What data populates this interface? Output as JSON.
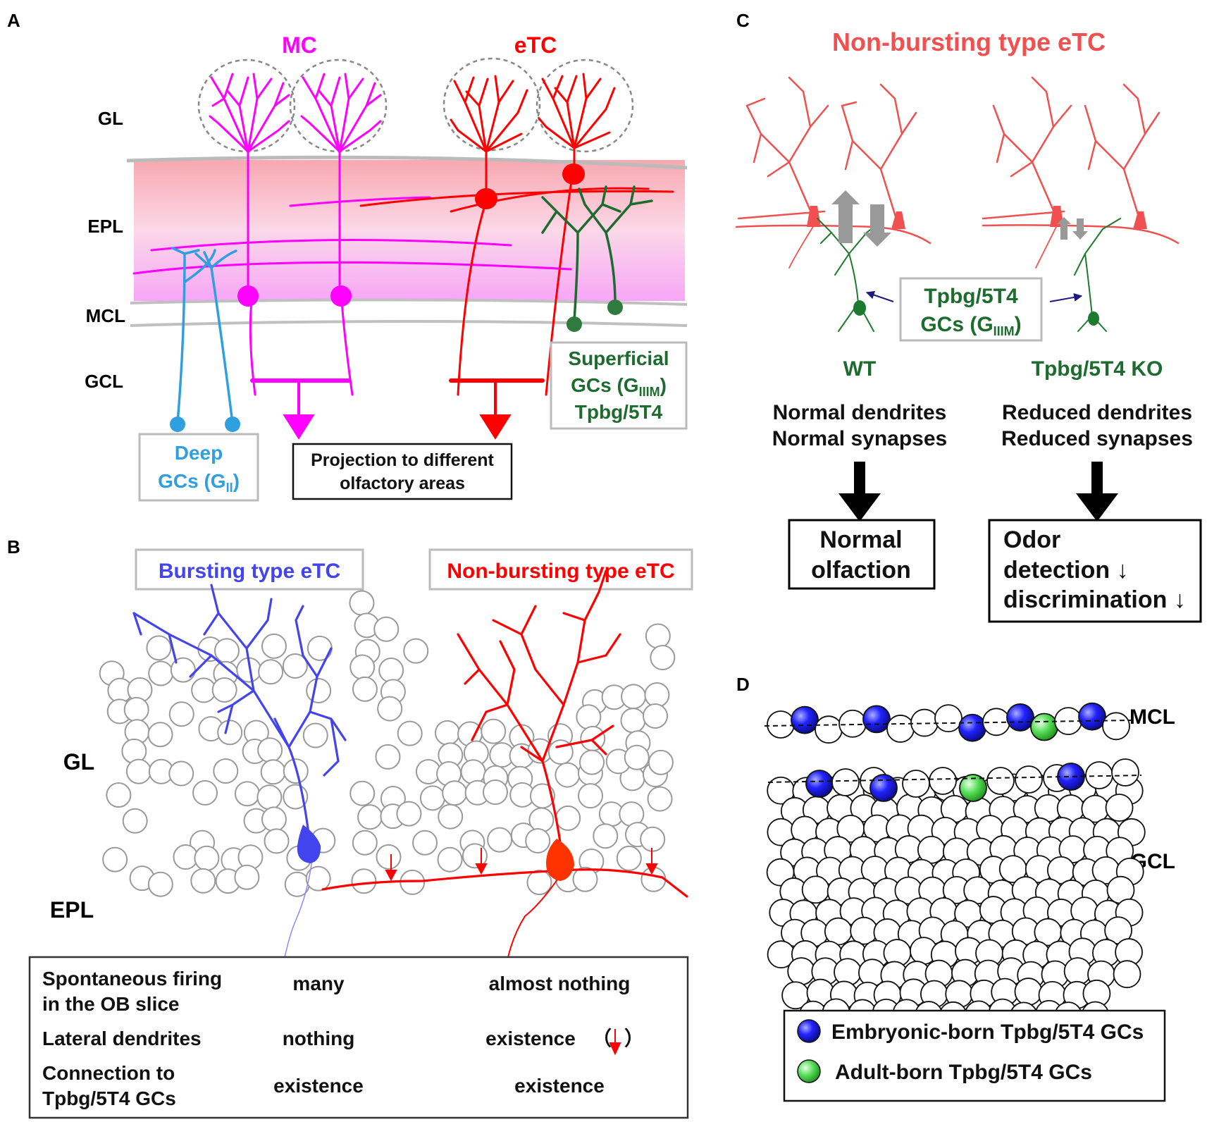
{
  "panelA": {
    "letter": "A",
    "mc_label": "MC",
    "etc_label": "eTC",
    "layers": [
      "GL",
      "EPL",
      "MCL",
      "GCL"
    ],
    "deep_gc": {
      "line1": "Deep",
      "line2": "GCs (G",
      "sub": "II",
      "close": ")"
    },
    "superficial_gc": {
      "line1": "Superficial",
      "line2": "GCs (G",
      "sub": "IIIM",
      "close": ")",
      "line3": "Tpbg/5T4"
    },
    "projection": {
      "line1": "Projection to different",
      "line2": "olfactory areas"
    }
  },
  "panelB": {
    "letter": "B",
    "bursting_label": "Bursting type eTC",
    "nonbursting_label": "Non-bursting type eTC",
    "layers": [
      "GL",
      "EPL"
    ],
    "table": {
      "rows": [
        {
          "label": [
            "Spontaneous firing",
            "in the OB slice"
          ],
          "bursting": "many",
          "nonbursting": "almost nothing"
        },
        {
          "label": [
            "Lateral dendrites"
          ],
          "bursting": "nothing",
          "nonbursting": "existence"
        },
        {
          "label": [
            "Connection to",
            "Tpbg/5T4 GCs"
          ],
          "bursting": "existence",
          "nonbursting": "existence"
        }
      ],
      "paren_open": "（",
      "paren_close": "）"
    }
  },
  "panelC": {
    "letter": "C",
    "title": "Non-bursting type eTC",
    "gc_label": {
      "line1": "Tpbg/5T4",
      "line2": "GCs (G",
      "sub": "IIIM",
      "close": ")"
    },
    "wt": {
      "label": "WT",
      "desc1": "Normal dendrites",
      "desc2": "Normal synapses",
      "outcome1": "Normal",
      "outcome2": "olfaction"
    },
    "ko": {
      "label": "Tpbg/5T4 KO",
      "desc1": "Reduced dendrites",
      "desc2": "Reduced synapses",
      "outcome1": "Odor",
      "outcome2": "detection ↓",
      "outcome3": "discrimination ↓"
    }
  },
  "panelD": {
    "letter": "D",
    "layers": [
      "MCL",
      "GCL"
    ],
    "legend": {
      "embryonic": "Embryonic-born Tpbg/5T4 GCs",
      "adult": "Adult-born Tpbg/5T4 GCs"
    }
  },
  "colors": {
    "mc": "#ff00ff",
    "etc": "#ff0000",
    "etc_light": "#f05050",
    "deep_gc": "#2f9fe0",
    "superficial_gc": "#1d6b2e",
    "bursting": "#4444ee",
    "embryonic": "#1a1aee",
    "adult": "#33cc33"
  }
}
